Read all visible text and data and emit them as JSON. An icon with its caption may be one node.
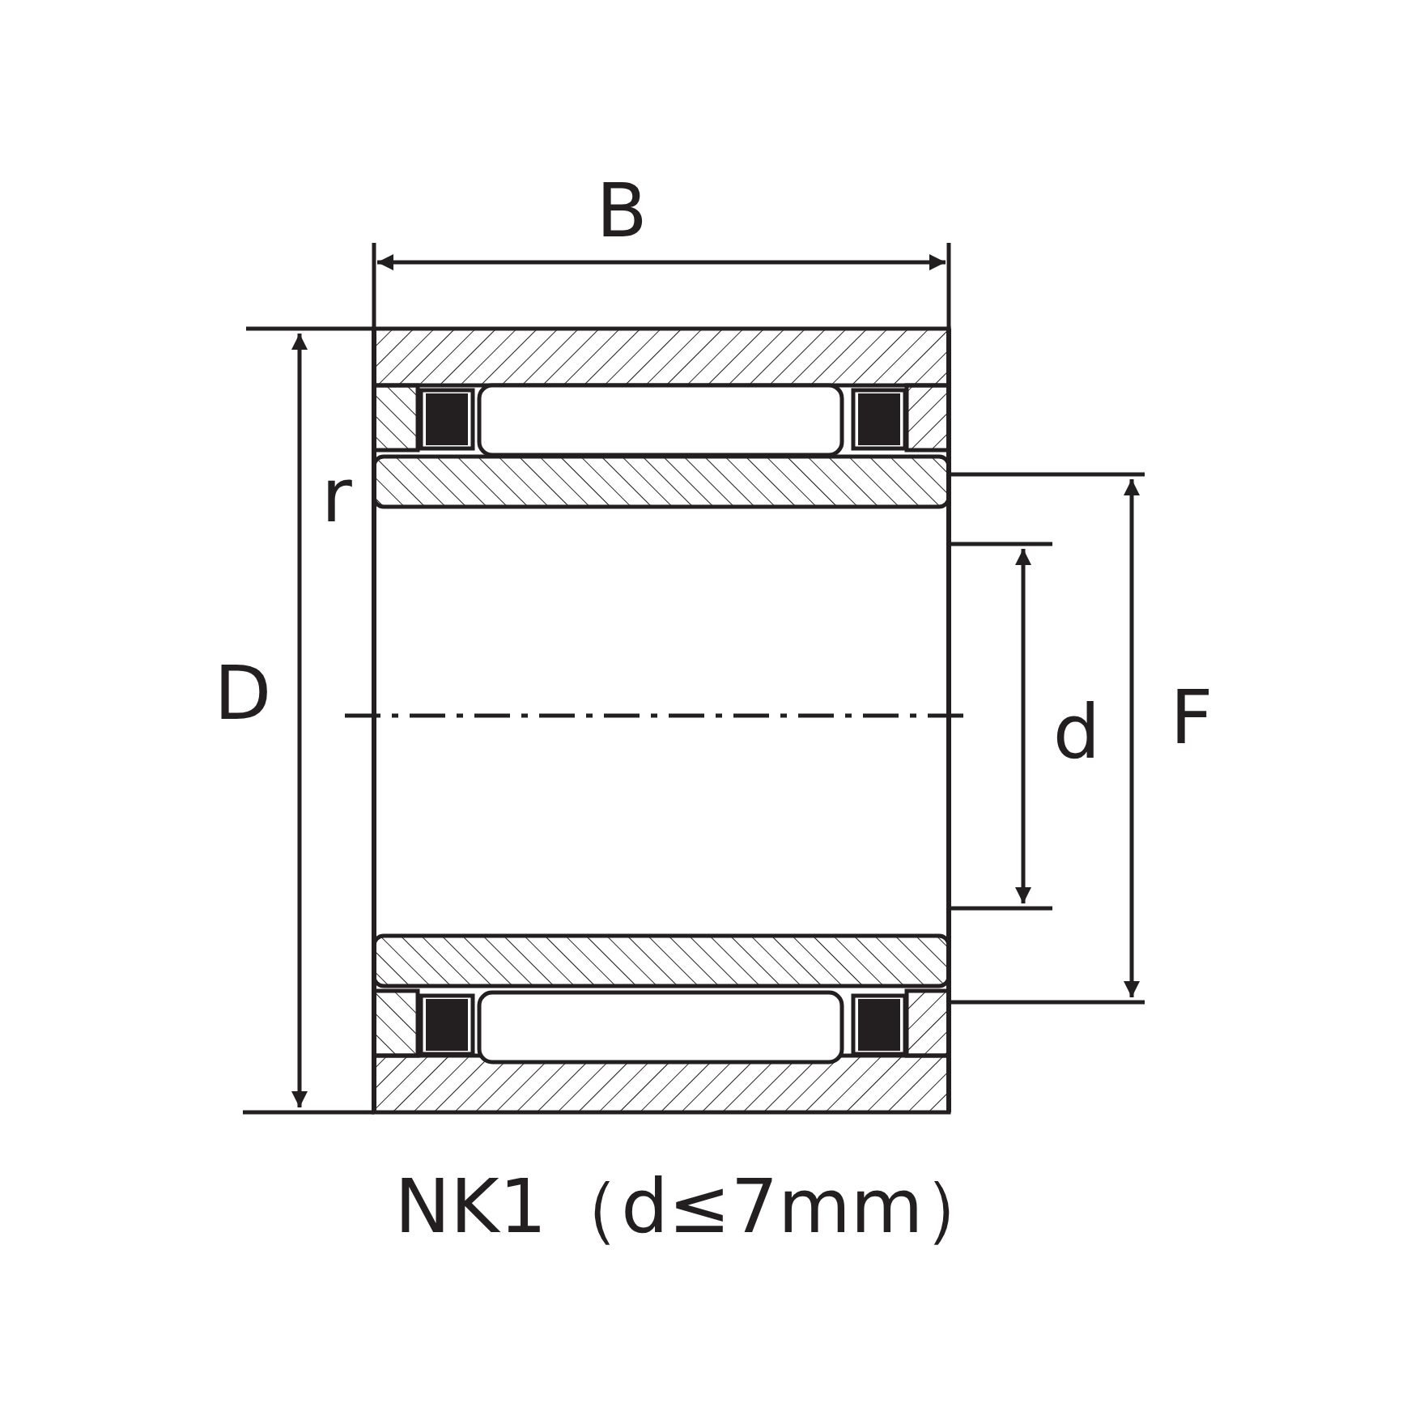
{
  "diagram": {
    "caption": "NK1（d≤7mm）",
    "labels": [
      "B",
      "r",
      "D",
      "d",
      "F"
    ]
  }
}
